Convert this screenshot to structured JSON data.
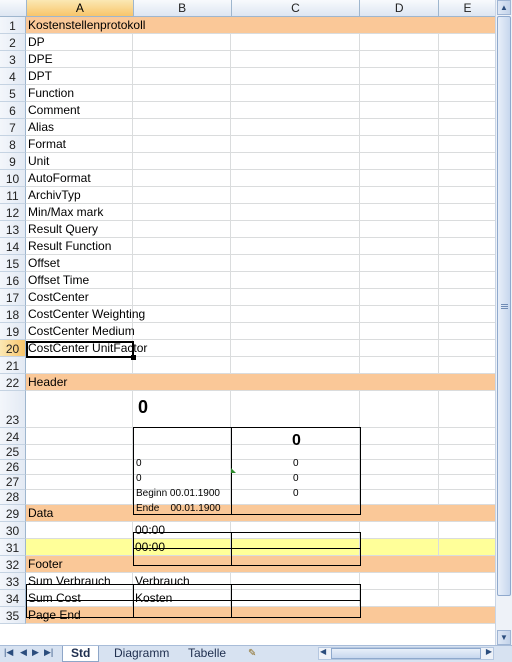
{
  "columns": [
    "A",
    "B",
    "C",
    "D",
    "E"
  ],
  "selected_column": "A",
  "selected_row": "20",
  "rows": [
    {
      "n": "1",
      "a": "Kostenstellenprotokoll",
      "band": "orange"
    },
    {
      "n": "2",
      "a": "DP"
    },
    {
      "n": "3",
      "a": "DPE"
    },
    {
      "n": "4",
      "a": "DPT"
    },
    {
      "n": "5",
      "a": "Function"
    },
    {
      "n": "6",
      "a": "Comment"
    },
    {
      "n": "7",
      "a": "Alias"
    },
    {
      "n": "8",
      "a": "Format"
    },
    {
      "n": "9",
      "a": "Unit"
    },
    {
      "n": "10",
      "a": "AutoFormat"
    },
    {
      "n": "11",
      "a": "ArchivTyp"
    },
    {
      "n": "12",
      "a": "Min/Max mark"
    },
    {
      "n": "13",
      "a": "Result Query"
    },
    {
      "n": "14",
      "a": "Result Function"
    },
    {
      "n": "15",
      "a": "Offset"
    },
    {
      "n": "16",
      "a": "Offset Time"
    },
    {
      "n": "17",
      "a": "CostCenter"
    },
    {
      "n": "18",
      "a": "CostCenter Weighting"
    },
    {
      "n": "19",
      "a": "CostCenter Medium"
    },
    {
      "n": "20",
      "a": "CostCenter UnitFactor"
    },
    {
      "n": "21",
      "a": ""
    },
    {
      "n": "22",
      "a": "Header",
      "band": "orange"
    },
    {
      "n": "23",
      "a": ""
    },
    {
      "n": "24",
      "a": ""
    },
    {
      "n": "25",
      "a": ""
    },
    {
      "n": "26",
      "a": ""
    },
    {
      "n": "27",
      "a": ""
    },
    {
      "n": "28",
      "a": ""
    },
    {
      "n": "29",
      "a": "Data",
      "band": "orange"
    },
    {
      "n": "30",
      "a": "",
      "b": "00:00"
    },
    {
      "n": "31",
      "a": "",
      "b": "00:00",
      "band": "yellow"
    },
    {
      "n": "32",
      "a": "Footer",
      "band": "orange"
    },
    {
      "n": "33",
      "a": "Sum Verbrauch",
      "b": "Verbrauch"
    },
    {
      "n": "34",
      "a": "Sum Cost",
      "b": "Kosten"
    },
    {
      "n": "35",
      "a": "Page End",
      "band": "orange"
    }
  ],
  "header_block": {
    "big_value_b": "0",
    "big_value_c": "0",
    "b25": "0",
    "c25": "0",
    "b26": "0",
    "c26": "0",
    "b27": "Beginn 00.01.1900",
    "c27": "0",
    "b28": "Ende    00.01.1900"
  },
  "sheet_tabs": [
    "Std",
    "Diagramm",
    "Tabelle"
  ],
  "active_tab": "Std",
  "colors": {
    "band_orange": "#fac898",
    "band_yellow": "#ffff99",
    "header_blue": "#dde6f2"
  }
}
